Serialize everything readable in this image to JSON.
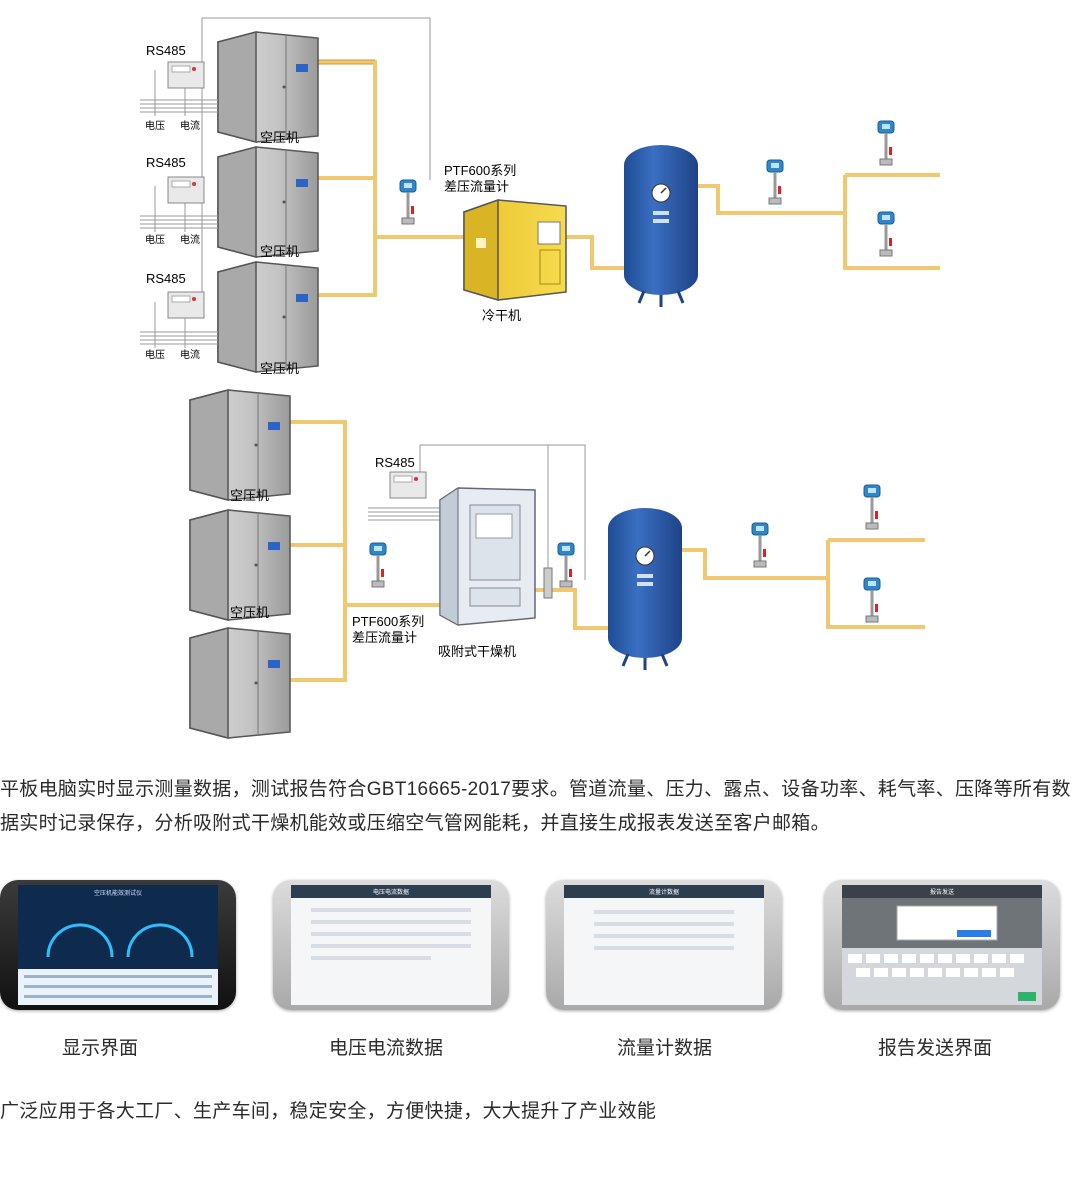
{
  "diagram_top": {
    "rs485_labels": [
      "RS485",
      "RS485",
      "RS485"
    ],
    "voltage_labels": [
      "电压",
      "电压",
      "电压"
    ],
    "current_labels": [
      "电流",
      "电流",
      "电流"
    ],
    "compressor_labels": [
      "空压机",
      "空压机",
      "空压机"
    ],
    "flowmeter_label_line1": "PTF600系列",
    "flowmeter_label_line2": "差压流量计",
    "dryer_label": "冷干机"
  },
  "diagram_bottom": {
    "rs485_label": "RS485",
    "compressor_labels": [
      "空压机",
      "空压机"
    ],
    "flowmeter_label_line1": "PTF600系列",
    "flowmeter_label_line2": "差压流量计",
    "dryer_label": "吸附式干燥机"
  },
  "description": "平板电脑实时显示测量数据，测试报告符合GBT16665-2017要求。管道流量、压力、露点、设备功率、耗气率、压降等所有数据实时记录保存，分析吸附式干燥机能效或压缩空气管网能耗，并直接生成报表发送至客户邮箱。",
  "tablets": [
    {
      "caption": "显示界面",
      "screen_title": "空压机能效测试仪"
    },
    {
      "caption": "电压电流数据",
      "screen_title": "电压电流数据"
    },
    {
      "caption": "流量计数据",
      "screen_title": "流量计数据"
    },
    {
      "caption": "报告发送界面",
      "screen_title": "报告发送"
    }
  ],
  "footer": "广泛应用于各大工厂、生产车间，稳定安全，方便快捷，大大提升了产业效能",
  "colors": {
    "pipe": "#f0c870",
    "tank": "#2f5fae",
    "dryer": "#f2d23a",
    "compressor": "#c8c8c8",
    "wire": "#9a9a9a"
  }
}
